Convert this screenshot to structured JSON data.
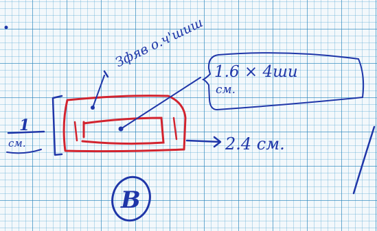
{
  "annotations": {
    "top_label": "Зфяв o.ч'шиш",
    "box_line1": "1.6 × 4ши",
    "box_line2": "см.",
    "scale_value": "1",
    "scale_unit": "см.",
    "right_measure": "2.4 см.",
    "circle_letter": "B"
  },
  "colors": {
    "blue_ink": "#1f36a8",
    "red_ink": "#d2232e",
    "grid": "#2882b9"
  }
}
